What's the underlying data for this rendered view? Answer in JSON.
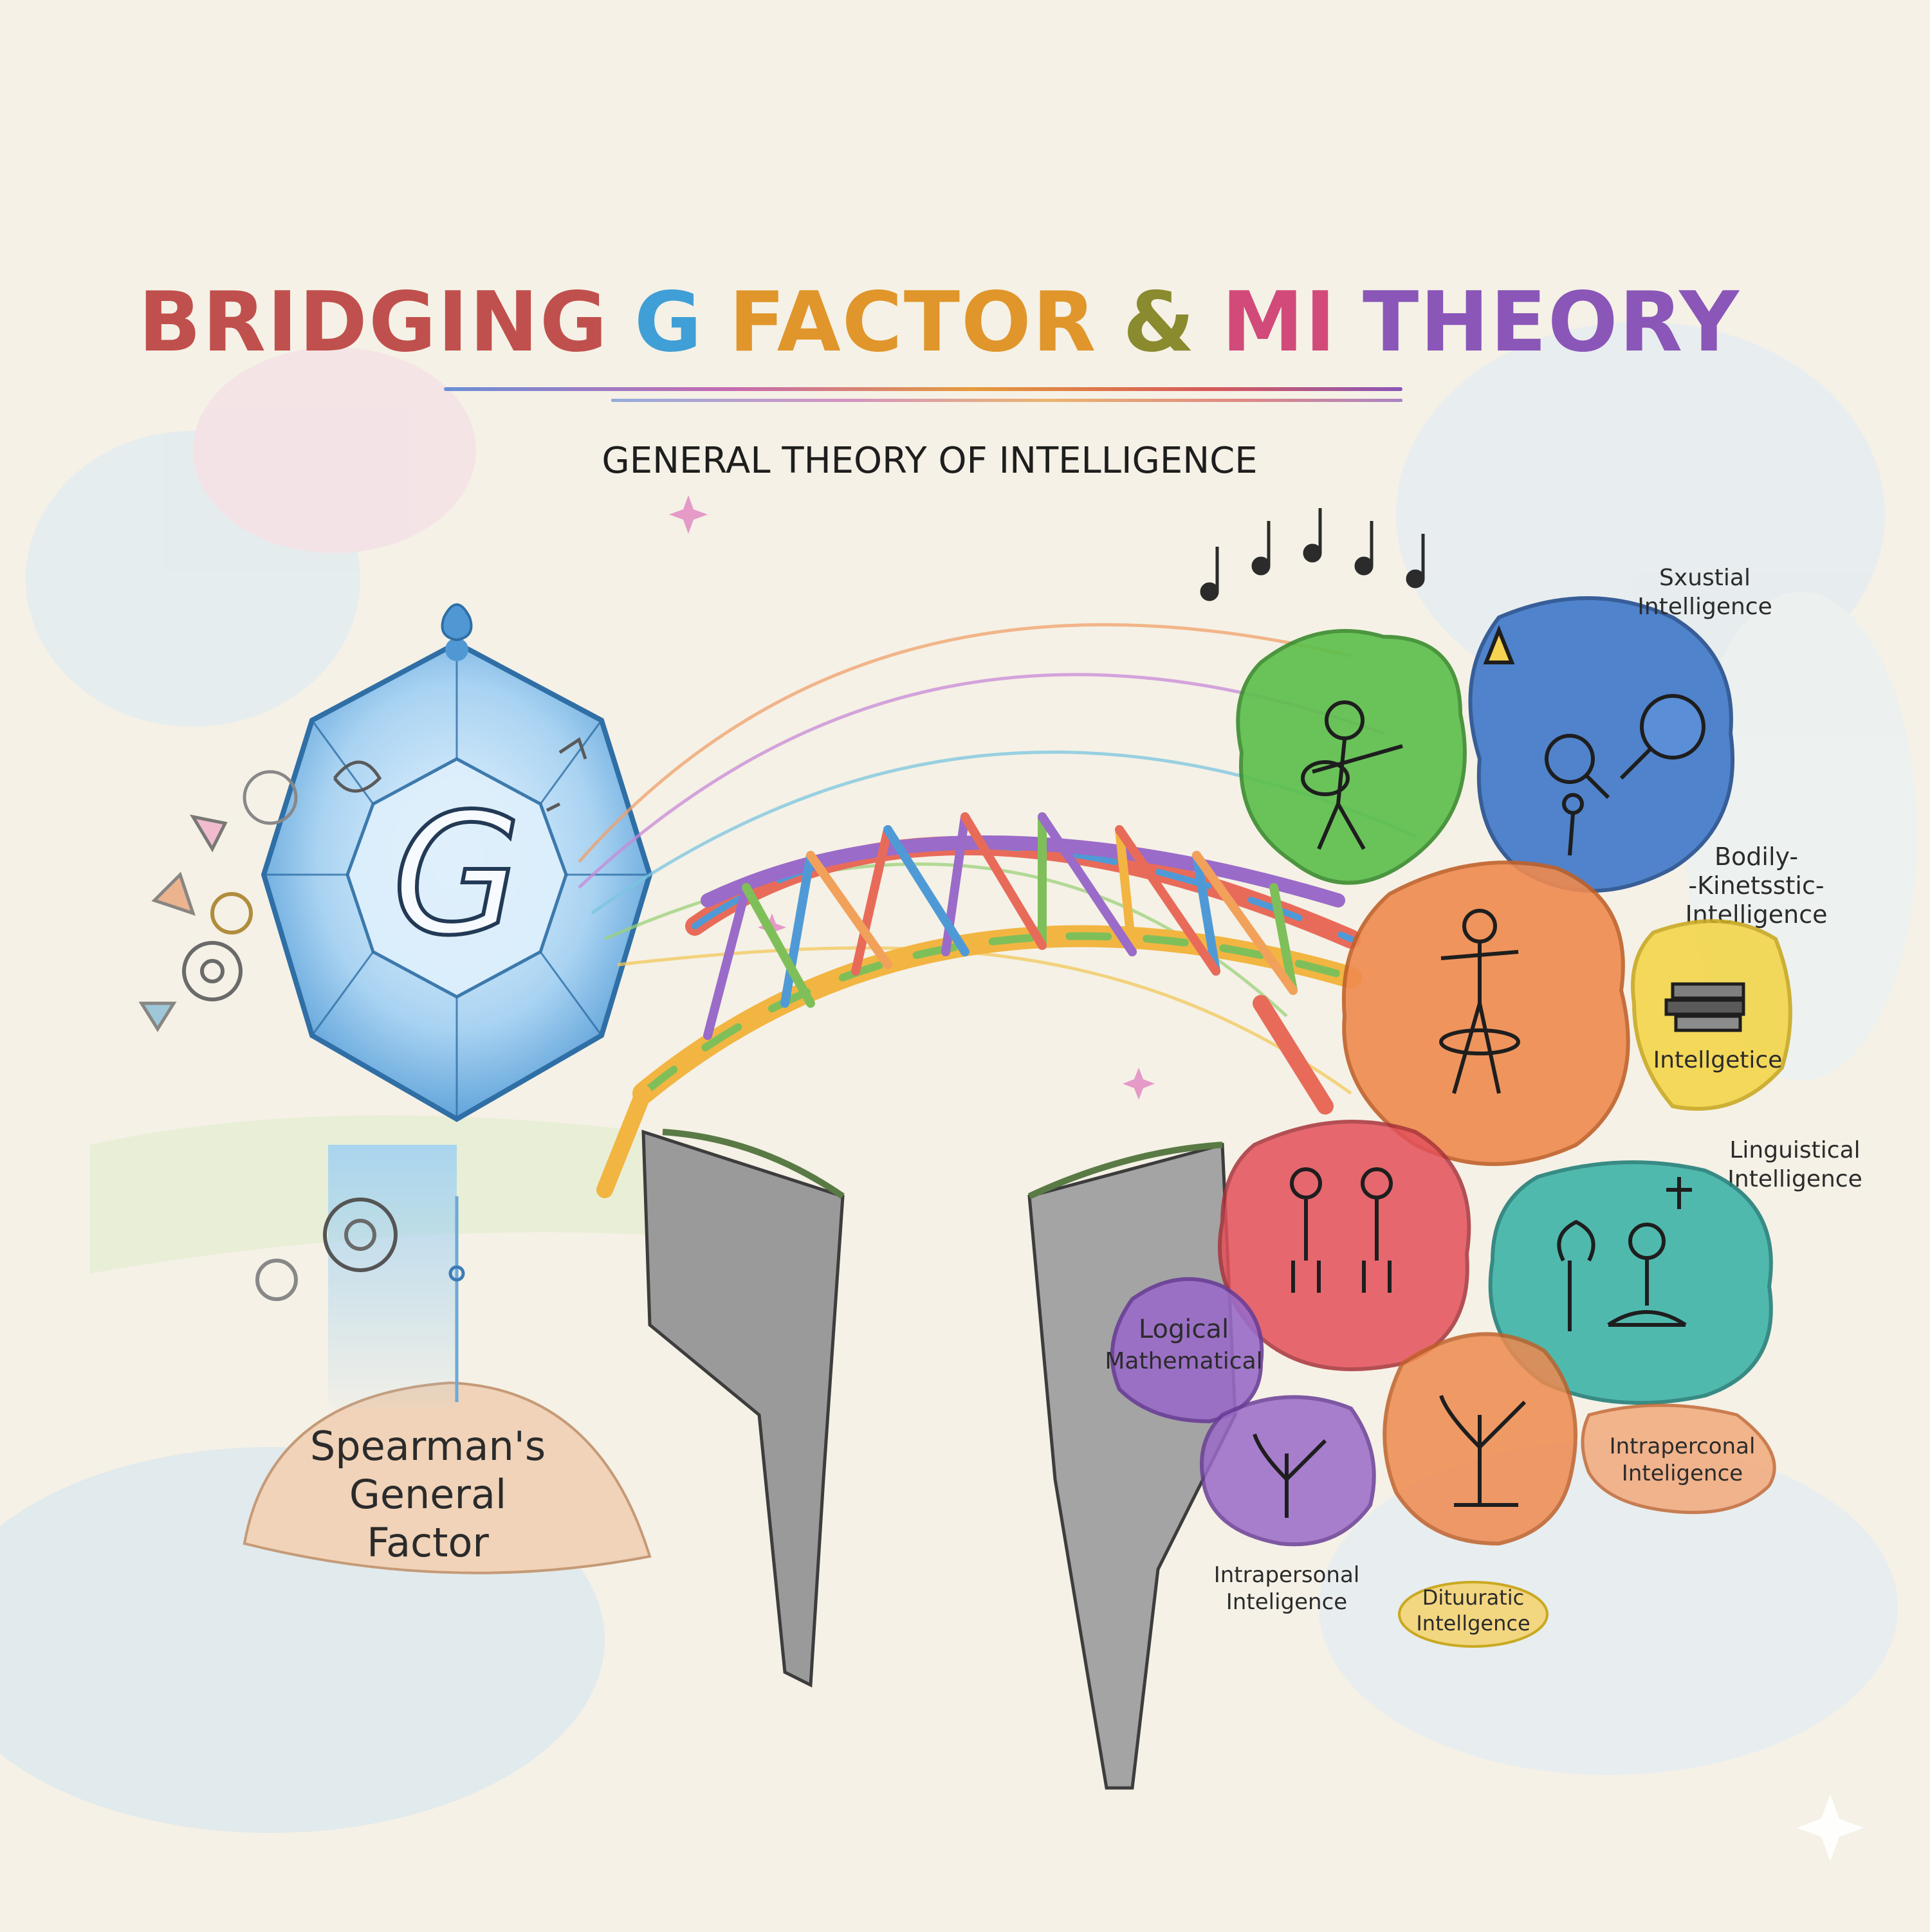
{
  "title": {
    "words": [
      {
        "text": "BRIDGING",
        "color": "#c0504d"
      },
      {
        "text": "G",
        "color": "#3f9fd6"
      },
      {
        "text": "FACTOR",
        "color": "#e0962b"
      },
      {
        "text": "&",
        "color": "#8a8a2e"
      },
      {
        "text": "MI",
        "color": "#d24a7a"
      },
      {
        "text": "THEORY",
        "color": "#8a56b8"
      }
    ],
    "line1": "BRIDGING",
    "line2": "G",
    "line3": "FACTOR",
    "line4": "&",
    "line5": "MI",
    "line6": "THEORY"
  },
  "subtitle": "GENERAL THEORY OF INTELLIGENCE",
  "gem": {
    "letter": "G",
    "color": "#6fb4e3",
    "label_line1": "Spearman's",
    "label_line2": "General",
    "label_line3": "Factor"
  },
  "blobs": {
    "musical": {
      "color": "#5cbf4a",
      "icon": "guitar-player-icon"
    },
    "spatial": {
      "color": "#3f78c9",
      "label_line1": "Sxustial",
      "label_line2": "Intelligence",
      "icon": "magnifier-people-icon"
    },
    "bodily": {
      "color": "#ef8a4f",
      "label_line1": "Bodily-",
      "label_line2": "-Kinetsstic-",
      "label_line3": "Intelligence",
      "icon": "dancer-icon"
    },
    "books": {
      "color": "#f3d64a",
      "label": "Intellgetice",
      "icon": "books-icon"
    },
    "linguistic": {
      "color": "#3fb3a9",
      "label_line1": "Linguistical",
      "label_line2": "Intelligence",
      "icon": "meditation-icon"
    },
    "interpersonal": {
      "color": "#e4505a",
      "icon": "people-icon"
    },
    "logical": {
      "color": "#9a6bc8",
      "label_line1": "Logical",
      "label_line2": "Mathematical"
    },
    "intrapersonal_left": {
      "color": "#9a6bc8",
      "label_line1": "Intrapersonal",
      "label_line2": "Inteligence",
      "icon": "sprout-icon"
    },
    "naturalist": {
      "color": "#ef8a4f",
      "label_line1": "Dituuratic",
      "label_line2": "Intellgence",
      "icon": "trees-icon"
    },
    "intrapersonal_right": {
      "color": "#ef8a4f",
      "label_line1": "Intraperconal",
      "label_line2": "Inteligence"
    }
  },
  "bridge": {
    "pencil_colors": [
      "#e86b5a",
      "#f2b542",
      "#7fbf5a",
      "#4f9ad6",
      "#9a6bc8",
      "#f2a15a"
    ]
  }
}
